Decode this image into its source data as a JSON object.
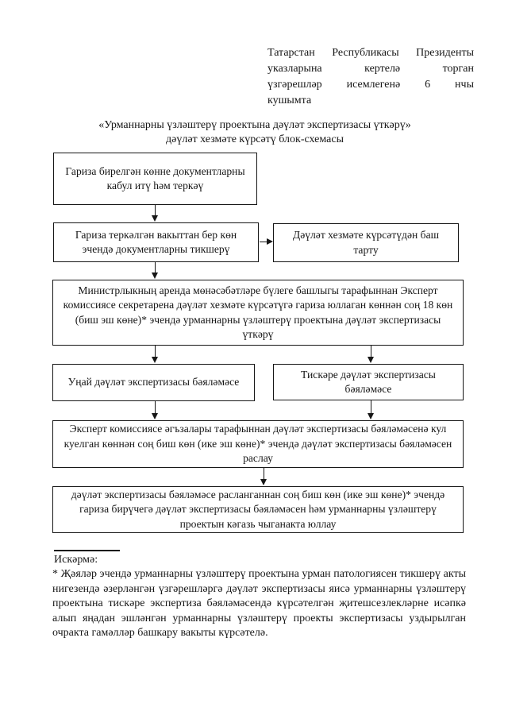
{
  "document": {
    "header_lines": [
      "Татарстан Республикасы Президенты",
      "указларына кертелә торган",
      "үзгәрешләр исемлегенә 6 нчы",
      "кушымта"
    ],
    "title_line1": "«Урманнарны үзләштерү проектына дәүләт экспертизасы үткәрү»",
    "title_line2": "дәүләт хезмәте күрсәтү блок-схемасы"
  },
  "flowchart": {
    "step_receive": "Гариза бирелгән көнне документларны кабул итү һәм теркәү",
    "step_check": "Гариза теркәлгән вакыттан бер көн эчендә документларны тикшерү",
    "refusal": "Дәүләт хезмәте күрсәтүдән баш тарту",
    "step_expertise": "Министрлыкның аренда мөнәсәбәтләре бүлеге башлыгы тарафыннан Эксперт комиссиясе секретарена дәүләт хезмәте күрсәтүгә гариза юллаган көннән соң 18 көн (биш эш көне)* эчендә урманнарны үзләштерү проектына дәүләт экспертизасы үткәрү",
    "positive_conclusion": "Уңай дәүләт экспертизасы бәяләмәсе",
    "negative_conclusion": "Тискәре дәүләт экспертизасы бәяләмәсе",
    "step_approve": "Эксперт комиссиясе әгъзалары тарафыннан дәүләт экспертизасы бәяләмәсенә кул куелган көннән соң биш көн (ике эш көне)* эчендә дәүләт экспертизасы бәяләмәсен раслау",
    "step_send": "дәүләт экспертизасы бәяләмәсе расланганнан соң биш көн (ике эш көне)* эчендә гариза бирүчегә дәүләт экспертизасы бәяләмәсен һәм урманнарны үзләштерү проектын кәгазь чыганакта юллау"
  },
  "footnote": {
    "label": "Искәрмә:",
    "text": "* Җәяләр эчендә урманнарны үзләштерү проектына урман патологиясен тикшерү акты нигезендә әзерләнгән үзгәрешләргә дәүләт экспертизасы яисә урманнарны үзләштерү проектына тискәре экспертиза бәяләмәсендә күрсәтелгән җитешсезлекләрне исәпкә алып яңадан эшләнгән урманнарны үзләштерү проекты экспертизасы уздырылган очракта гамәлләр башкару вакыты күрсәтелә."
  }
}
